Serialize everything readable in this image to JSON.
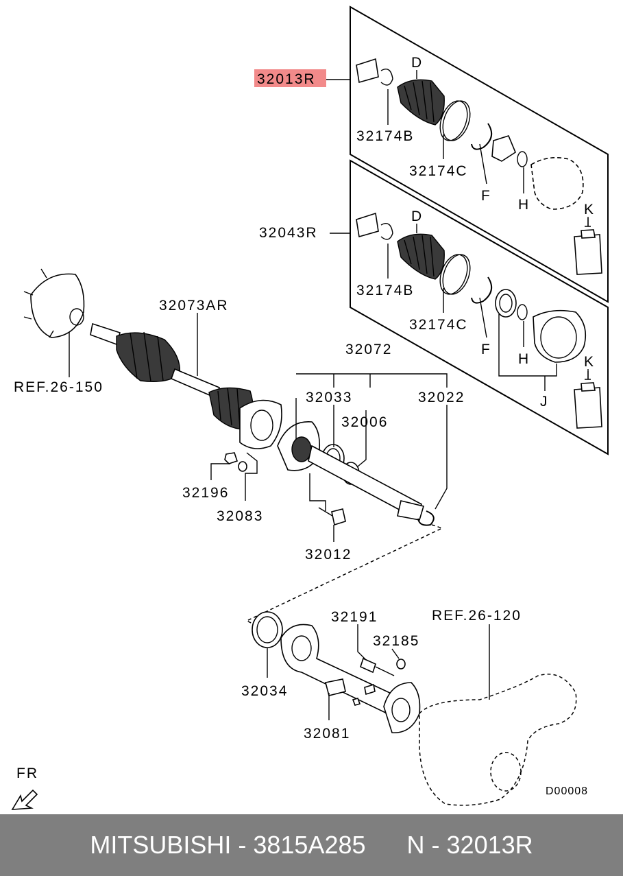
{
  "highlight_color": "#f28a8a",
  "labels": {
    "p32013R": "32013R",
    "p32043R": "32043R",
    "p32174B_1": "32174B",
    "p32174C_1": "32174C",
    "p32174B_2": "32174B",
    "p32174C_2": "32174C",
    "D1": "D",
    "D2": "D",
    "F1": "F",
    "F2": "F",
    "H1": "H",
    "H2": "H",
    "K1": "K",
    "K2": "K",
    "J": "J",
    "p32073AR": "32073AR",
    "ref150": "REF.26-150",
    "p32072": "32072",
    "p32033": "32033",
    "p32006": "32006",
    "p32022": "32022",
    "p32196": "32196",
    "p32083": "32083",
    "p32012": "32012",
    "p32191": "32191",
    "p32185": "32185",
    "ref120": "REF.26-120",
    "p32034": "32034",
    "p32081": "32081",
    "fr": "FR",
    "code": "D00008"
  },
  "footer": {
    "text": "MITSUBISHI - 3815A285      N - 32013R"
  }
}
